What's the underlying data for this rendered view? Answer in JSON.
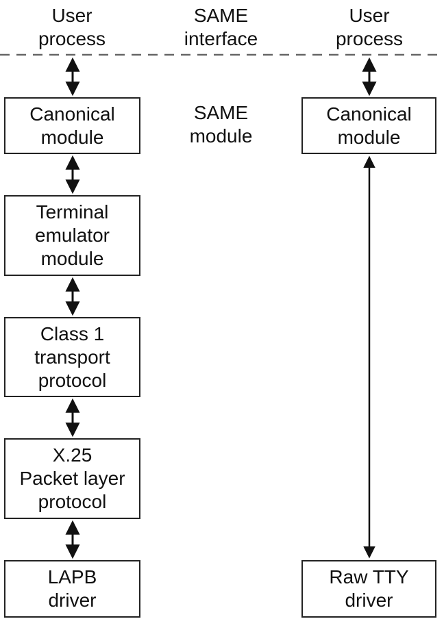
{
  "top_labels": {
    "left": [
      "User",
      "process"
    ],
    "center": [
      "SAME",
      "interface"
    ],
    "right": [
      "User",
      "process"
    ]
  },
  "middle_label": [
    "SAME",
    "module"
  ],
  "left_stack": [
    [
      "Canonical",
      "module"
    ],
    [
      "Terminal",
      "emulator",
      "module"
    ],
    [
      "Class 1",
      "transport",
      "protocol"
    ],
    [
      "X.25",
      "Packet layer",
      "protocol"
    ],
    [
      "LAPB",
      "driver"
    ]
  ],
  "right_stack": {
    "top": [
      "Canonical",
      "module"
    ],
    "bottom": [
      "Raw TTY",
      "driver"
    ]
  }
}
